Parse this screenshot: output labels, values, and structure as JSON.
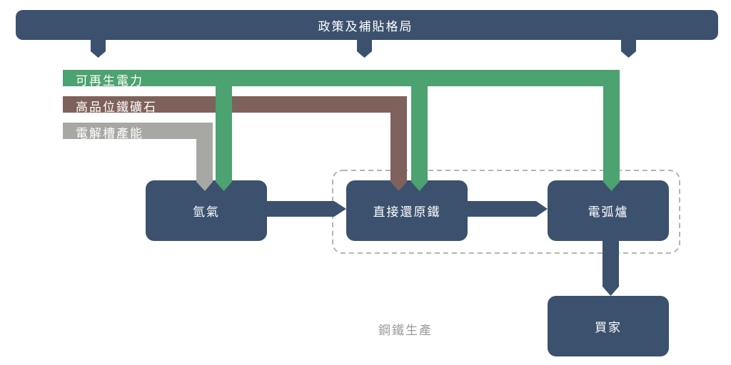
{
  "colors": {
    "navy": "#3b516e",
    "green": "#4ca270",
    "brown": "#7f615b",
    "gray": "#a7a7a3",
    "dashed": "#b4b4b4",
    "caption": "#9a9a9a"
  },
  "policy_bar": {
    "label": "政策及補貼格局"
  },
  "inputs": [
    {
      "id": "renewable",
      "label": "可再生電力"
    },
    {
      "id": "ore",
      "label": "高品位鐵礦石"
    },
    {
      "id": "electrolyser",
      "label": "電解槽產能"
    }
  ],
  "nodes": [
    {
      "id": "hydrogen",
      "label": "氫氣"
    },
    {
      "id": "dri",
      "label": "直接還原鐵"
    },
    {
      "id": "eaf",
      "label": "電弧爐"
    },
    {
      "id": "buyers",
      "label": "買家"
    }
  ],
  "group": {
    "label": "鋼鐵生產"
  }
}
